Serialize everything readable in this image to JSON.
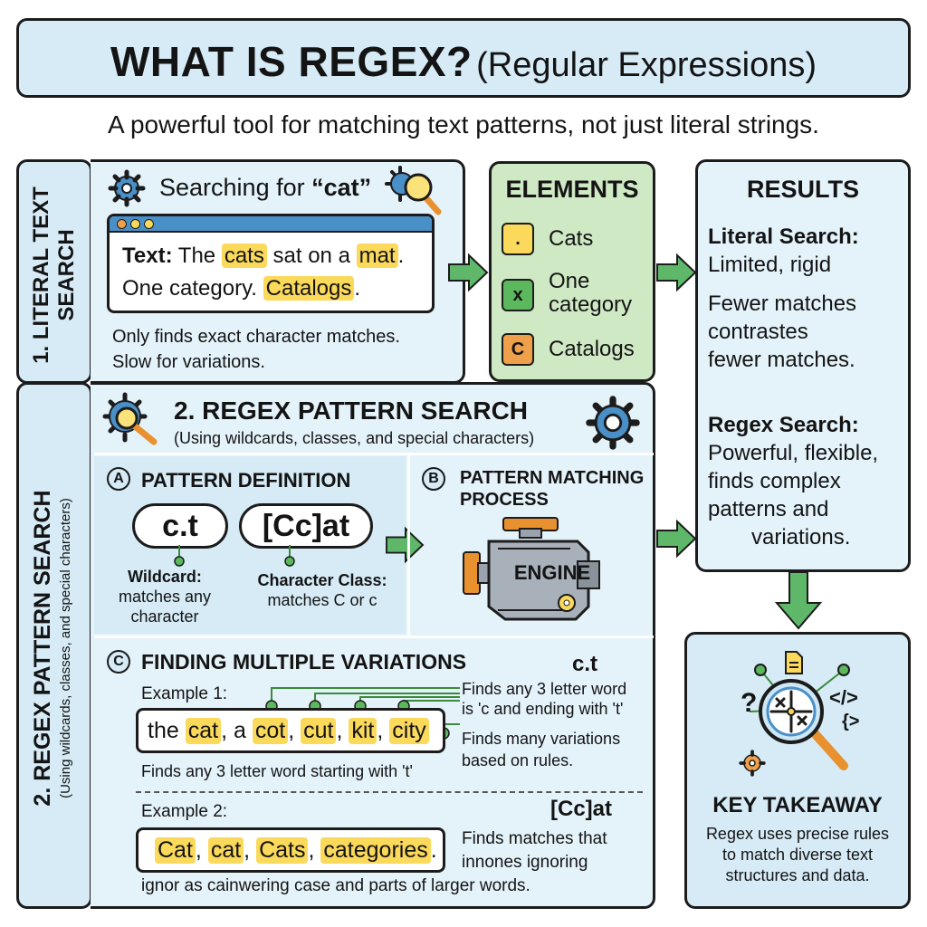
{
  "header": {
    "title_main": "WHAT IS REGEX?",
    "title_sub": "(Regular Expressions)",
    "subtitle": "A powerful tool for matching text patterns, not just literal strings."
  },
  "literal": {
    "side_label_line1": "1. LITERAL TEXT",
    "side_label_line2": "SEARCH",
    "searching_prefix": "Searching for ",
    "searching_term": "“cat”",
    "text_label": "Text:",
    "text_the": "The",
    "text_cats": "cats",
    "text_sat": "sat on a",
    "text_mat": "mat",
    "text_period": ".",
    "line2_plain": "One category.",
    "line2_catalogs": "Catalogs",
    "line2_period": ".",
    "note_line1": "Only finds exact character matches.",
    "note_line2": "Slow for variations."
  },
  "elements": {
    "title": "ELEMENTS",
    "items": [
      {
        "symbol": ".",
        "label": "Cats",
        "color": "#fbd95b"
      },
      {
        "symbol": "x",
        "label": "One category",
        "color": "#5cb85c"
      },
      {
        "symbol": "C",
        "label": "Catalogs",
        "color": "#f0a04b"
      }
    ]
  },
  "results": {
    "title": "RESULTS",
    "literal_heading": "Literal Search:",
    "literal_line1": "Limited, rigid",
    "literal_line2": "Fewer matches",
    "literal_line3": "contrastes",
    "literal_line4": "fewer matches.",
    "regex_heading": "Regex Search:",
    "regex_line1": "Powerful, flexible,",
    "regex_line2": "finds complex",
    "regex_line3": "patterns and",
    "regex_line4": "variations."
  },
  "regex": {
    "side_label_line1": "2. REGEX PATTERN SEARCH",
    "side_label_line2": "(Using wildcards, classes, and special characters)",
    "heading": "2. REGEX PATTERN SEARCH",
    "subheading": "(Using wildcards, classes, and special characters)"
  },
  "pattern_def": {
    "badge": "A",
    "title": "PATTERN DEFINITION",
    "pattern1": "c.t",
    "pattern2": "[Cc]at",
    "wildcard_head": "Wildcard:",
    "wildcard_line1": "matches any",
    "wildcard_line2": "character",
    "class_head": "Character Class:",
    "class_line1": "matches C or c"
  },
  "matching": {
    "badge": "B",
    "title_line1": "PATTERN MATCHING",
    "title_line2": "PROCESS",
    "engine_label": "ENGINE"
  },
  "variations": {
    "badge": "C",
    "title": "FINDING MULTIPLE VARIATIONS",
    "pattern1": "c.t",
    "example1_label": "Example 1:",
    "ex1_words": [
      "the",
      "cat",
      "a",
      "cot",
      "cut",
      "kit",
      "city"
    ],
    "ex1_note": "Finds any 3 letter word starting with 't'",
    "ex1_side1_line1": "Finds any 3 letter word",
    "ex1_side1_line2": "is 'c and ending with 't'",
    "ex1_side2_line1": "Finds many variations",
    "ex1_side2_line2": "based on rules.",
    "pattern2": "[Cc]at",
    "example2_label": "Example 2:",
    "ex2_words": [
      "Cat",
      "cat",
      "Cats",
      "categories"
    ],
    "ex2_side_line1": "Finds matches that",
    "ex2_side_line2": "innones ignoring",
    "ex2_note": "ignor as cainwering case and parts of larger words."
  },
  "takeaway": {
    "title": "KEY TAKEAWAY",
    "line1": "Regex uses precise rules",
    "line2": "to match diverse text",
    "line3": "structures and data."
  },
  "colors": {
    "panel_blue": "#d6ebf6",
    "panel_light": "#e4f2fa",
    "panel_green": "#cfe9c4",
    "highlight": "#fbd95b",
    "arrow_green": "#5fb86a"
  },
  "icons": [
    "gear-icon",
    "magnifier-icon",
    "browser-window-icon",
    "engine-icon",
    "document-icon",
    "code-icon",
    "question-icon",
    "arrow-right-icon",
    "arrow-down-icon"
  ]
}
